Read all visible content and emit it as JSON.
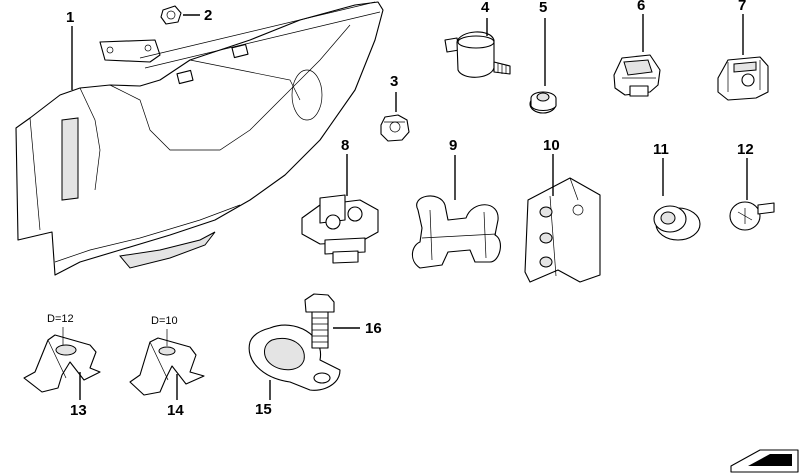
{
  "callouts": {
    "c1": "1",
    "c2": "2",
    "c3": "3",
    "c4": "4",
    "c5": "5",
    "c6": "6",
    "c7": "7",
    "c8": "8",
    "c9": "9",
    "c10": "10",
    "c11": "11",
    "c12": "12",
    "c13": "13",
    "c14": "14",
    "c15": "15",
    "c16": "16"
  },
  "dimensions": {
    "d13": "D=12",
    "d14": "D=10"
  },
  "icons": {
    "corner": "diagram-corner-icon"
  }
}
